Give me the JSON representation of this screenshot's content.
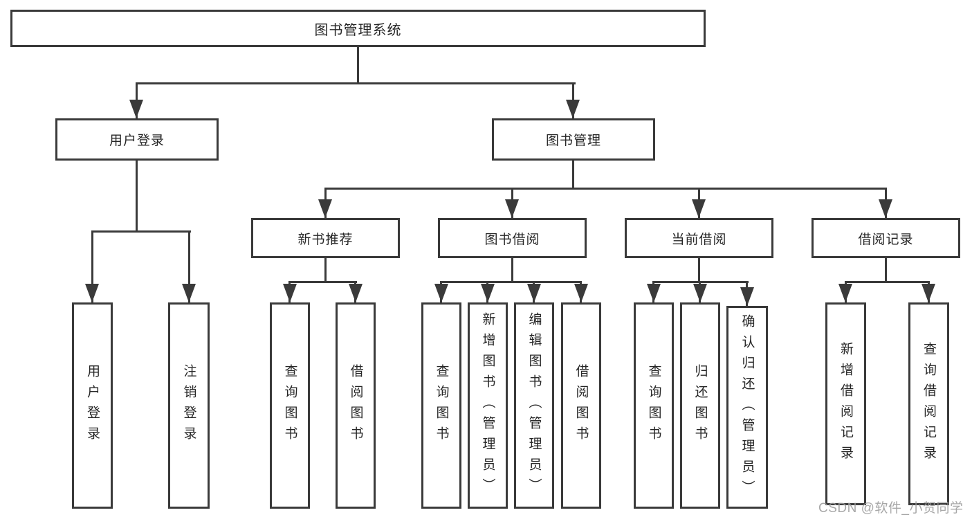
{
  "diagram": {
    "root": "图书管理系统",
    "branches": [
      {
        "label": "用户登录",
        "children": [
          "用户登录",
          "注销登录"
        ]
      },
      {
        "label": "图书管理",
        "sections": [
          {
            "label": "新书推荐",
            "children": [
              "查询图书",
              "借阅图书"
            ]
          },
          {
            "label": "图书借阅",
            "children": [
              "查询图书",
              "新增图书（管理员）",
              "编辑图书（管理员）",
              "借阅图书"
            ]
          },
          {
            "label": "当前借阅",
            "children": [
              "查询图书",
              "归还图书",
              "确认归还（管理员）"
            ]
          },
          {
            "label": "借阅记录",
            "children": [
              "新增借阅记录",
              "查询借阅记录"
            ]
          }
        ]
      }
    ]
  },
  "watermark": "CSDN @软件_小贺同学",
  "colors": {
    "line": "#3a3a3a",
    "text": "#262626",
    "background": "#ffffff",
    "watermark": "#9c9c9c"
  }
}
